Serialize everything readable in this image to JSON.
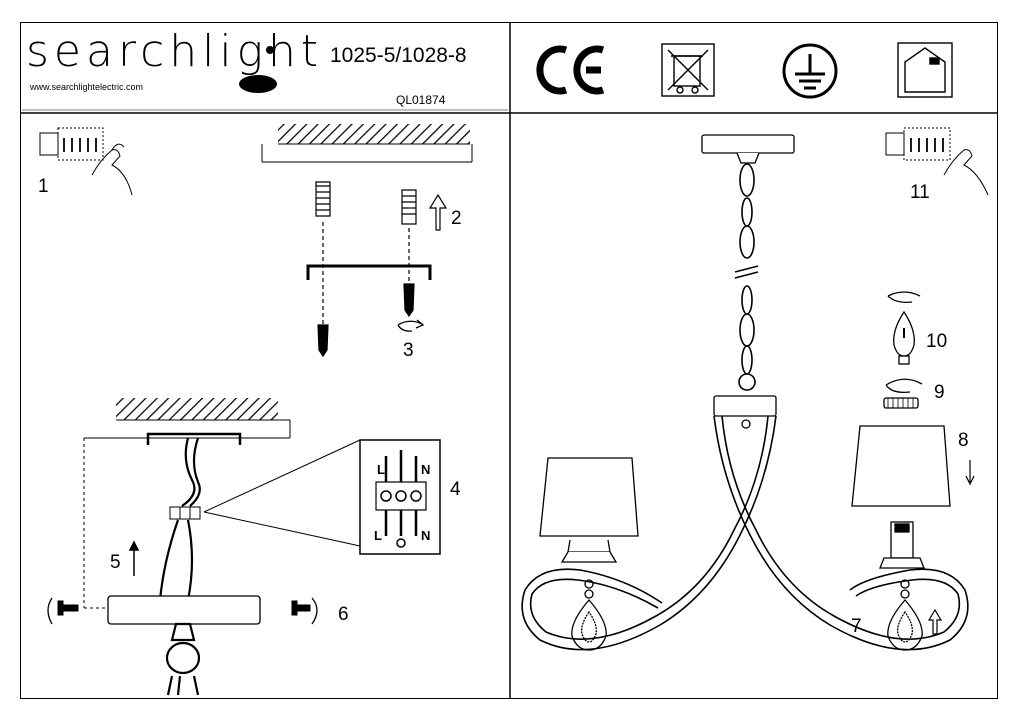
{
  "header": {
    "brand": "searchlight",
    "model": "1025-5/1028-8",
    "website": "www.searchlightelectric.com",
    "code": "QL01874"
  },
  "symbols": [
    "ce-mark-icon",
    "weee-bin-icon",
    "earth-ground-icon",
    "indoor-use-icon"
  ],
  "steps": {
    "s1": "1",
    "s2": "2",
    "s3": "3",
    "s4": "4",
    "s5": "5",
    "s6": "6",
    "s7": "7",
    "s8": "8",
    "s9": "9",
    "s10": "10",
    "s11": "11"
  },
  "terminal": {
    "live_top": "L",
    "neutral_top": "N",
    "live_bottom": "L",
    "neutral_bottom": "N"
  }
}
